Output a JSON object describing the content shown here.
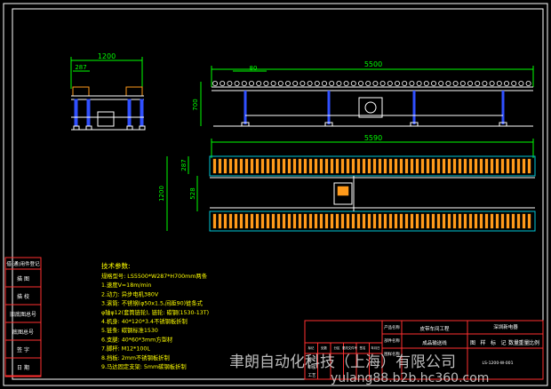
{
  "colors": {
    "background": "#000000",
    "frame": "#ffffff",
    "dimension": "#00ff00",
    "structure_blue": "#3050ff",
    "roller_orange": "#ff9a1a",
    "notes_yellow": "#ffff00",
    "table_red": "#ff3030",
    "outline_cyan": "#00c8d8",
    "purple": "#c080ff"
  },
  "dims": {
    "side_width": "1200",
    "side_sub": "287",
    "front_length": "5500",
    "front_sub": "80",
    "front_height": "700",
    "top_length": "5590",
    "top_sub": "287",
    "top_mid": "528",
    "top_width": "1200"
  },
  "notes": {
    "title": "技术参数:",
    "lines": [
      "规格型号: LS5500*W287*H700mm两条",
      "1.速度V=18m/min",
      "2.动力: 异步电机380V",
      "3.滚筒: 不锈钢(φ50x1.5,间距90)链条式",
      "   φ轴φ12(套筒链轮), 链轮: 碳钢(1530-13T)",
      "4.机身: 40*120*3.4不锈钢板折制",
      "5.链条: 碳钢标准1530",
      "6.支腿: 40*60*3mm方型材",
      "7.脚杯: M12*100L",
      "8.挡板: 2mm不锈钢板折制",
      "9.马达固定支架: 5mm碳钢板折制"
    ]
  },
  "left_table": {
    "header": "借(通)用件登记",
    "rows": [
      "描 图",
      "描 校",
      "旧底图总号",
      "底图总号",
      "签 字",
      "日 期"
    ]
  },
  "title_block": {
    "company": "深圳新电器",
    "product": "皮带车间工程",
    "drawing": "成品输送线",
    "drawing_no": "LS-1200-W-001",
    "cols": [
      "图",
      "样",
      "标",
      "记",
      "数量",
      "重量",
      "比例"
    ],
    "tiny_labels": [
      "标记",
      "处数",
      "分区",
      "更改文件号",
      "签名",
      "年月日"
    ],
    "role_labels": [
      "设计",
      "审核",
      "工艺"
    ],
    "side_labels": [
      "产品名称",
      "部件名称",
      "图样名称"
    ]
  },
  "watermark": {
    "company": "聿朗自动化科技（上海）有限公司",
    "url": "yulang88.b2b.hc360.com"
  }
}
